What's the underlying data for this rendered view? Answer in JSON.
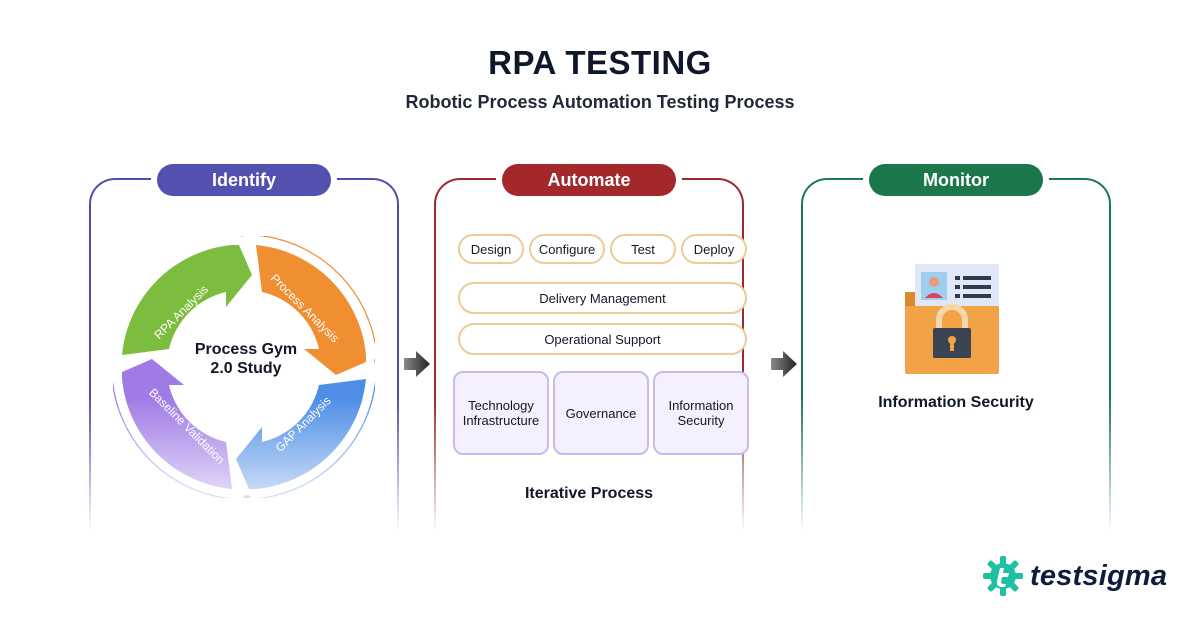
{
  "header": {
    "title": "RPA TESTING",
    "subtitle": "Robotic Process Automation Testing Process"
  },
  "identify": {
    "heading": "Identify",
    "center_label": "Process Gym 2.0 Study",
    "segments": [
      "RPA Analysis",
      "Process Analysis",
      "GAP Analysis",
      "Baseline Validation"
    ]
  },
  "automate": {
    "heading": "Automate",
    "steps": [
      "Design",
      "Configure",
      "Test",
      "Deploy"
    ],
    "bars": [
      "Delivery Management",
      "Operational Support"
    ],
    "boxes": [
      "Technology Infrastructure",
      "Governance",
      "Information Security"
    ],
    "footer": "Iterative Process"
  },
  "monitor": {
    "heading": "Monitor",
    "label": "Information Security"
  },
  "brand": {
    "name": "testsigma"
  },
  "colors": {
    "identify": "#5351b0",
    "automate": "#a3282c",
    "monitor": "#1d774c",
    "rpa_analysis": "#7cbd3f",
    "process_analysis": "#f08f32",
    "gap_analysis": "#4e8ee6",
    "baseline_validation": "#a07be6"
  }
}
